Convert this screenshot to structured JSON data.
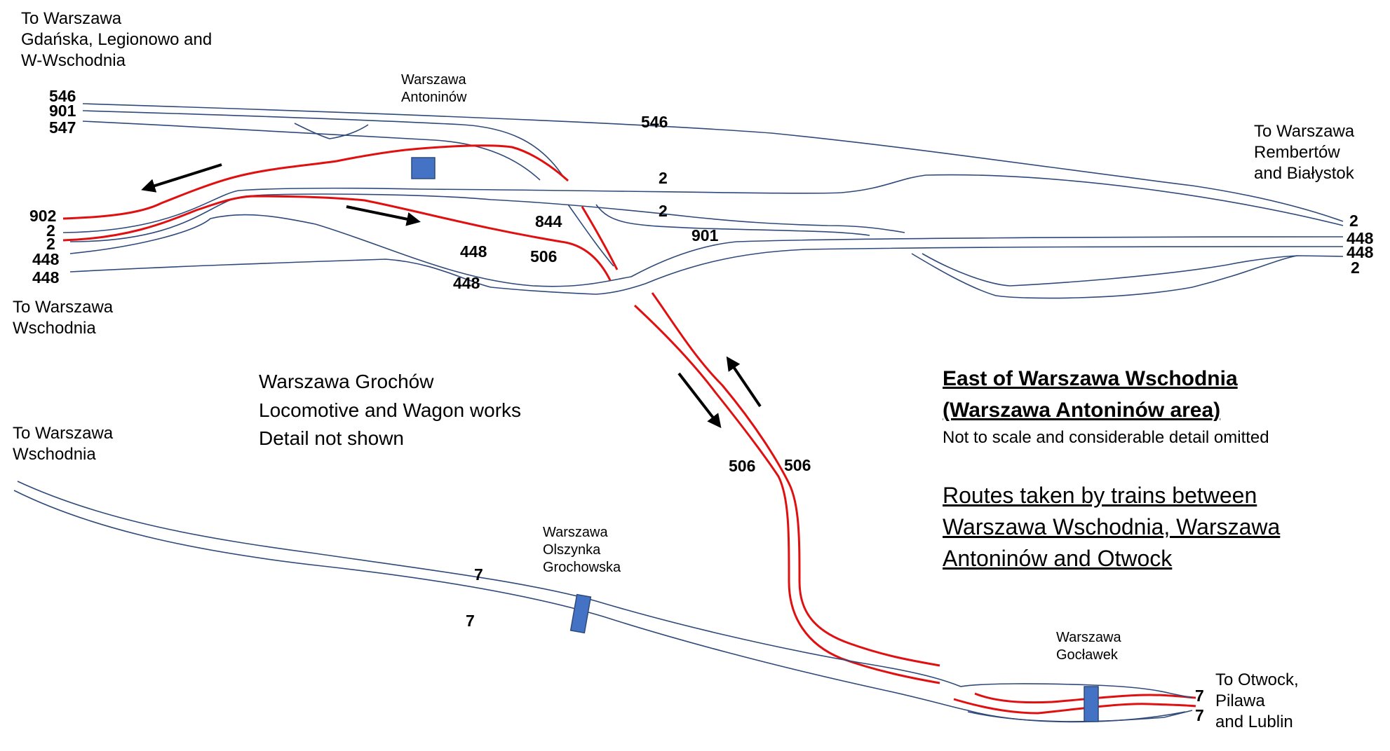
{
  "title": {
    "line1": "East of Warszawa Wschodnia",
    "line2": "(Warszawa Antoninów area)",
    "note": "Not to scale and considerable detail omitted"
  },
  "routes_caption": {
    "line1": "Routes taken by trains between",
    "line2": "Warszawa Wschodnia, Warszawa",
    "line3": "Antoninów and Otwock"
  },
  "works": {
    "line1": "Warszawa Grochów",
    "line2": "Locomotive and Wagon works",
    "line3": "Detail not shown"
  },
  "destinations": {
    "gdanska": [
      "To Warszawa",
      "Gdańska, Legionowo and",
      "W-Wschodnia"
    ],
    "rembertow": [
      "To Warszawa",
      "Rembertów",
      "and Białystok"
    ],
    "wschodnia_upper": [
      "To Warszawa",
      "Wschodnia"
    ],
    "wschodnia_lower": [
      "To Warszawa",
      "Wschodnia"
    ],
    "otwock": [
      "To Otwock,",
      "Pilawa",
      "and Lublin"
    ]
  },
  "stations": {
    "antoninow": [
      "Warszawa",
      "Antoninów"
    ],
    "olszynka": [
      "Warszawa",
      "Olszynka",
      "Grochowska"
    ],
    "goclawek": [
      "Warszawa",
      "Gocławek"
    ]
  },
  "line_numbers": {
    "l546_left": "546",
    "l901_left": "901",
    "l547_left": "547",
    "l902_left": "902",
    "l2_left_a": "2",
    "l2_left_b": "2",
    "l448_left_a": "448",
    "l448_left_b": "448",
    "l546_mid": "546",
    "l2_mid_a": "2",
    "l2_mid_b": "2",
    "l901_mid": "901",
    "l844": "844",
    "l448_mid_a": "448",
    "l506_mid": "506",
    "l448_mid_b": "448",
    "l2_right_a": "2",
    "l448_right_a": "448",
    "l448_right_b": "448",
    "l2_right_b": "2",
    "l506_diag_a": "506",
    "l506_diag_b": "506",
    "l7_upper": "7",
    "l7_lower": "7",
    "l7_right_a": "7",
    "l7_right_b": "7"
  },
  "colors": {
    "track": "#2f4a7a",
    "route": "#e01010",
    "station": "#4472c4",
    "arrow": "#000000"
  }
}
